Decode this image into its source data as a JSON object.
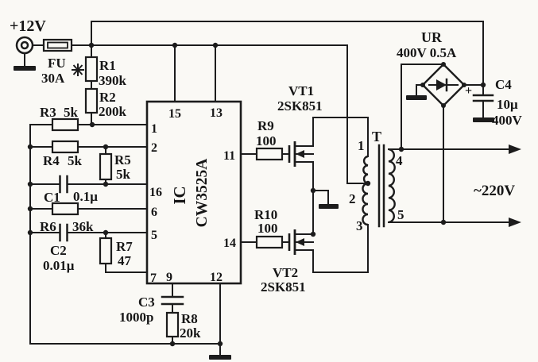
{
  "schematic": {
    "supply": "+12V",
    "output": "~220V",
    "fuse": {
      "ref": "FU",
      "value": "30A",
      "mark": "✳"
    },
    "resistors": {
      "r1": {
        "ref": "R1",
        "value": "390k"
      },
      "r2": {
        "ref": "R2",
        "value": "200k"
      },
      "r3": {
        "ref": "R3",
        "value": "5k"
      },
      "r4": {
        "ref": "R4",
        "value": "5k"
      },
      "r5": {
        "ref": "R5",
        "value": "5k"
      },
      "r6": {
        "ref": "R6",
        "value": "36k"
      },
      "r7": {
        "ref": "R7",
        "value": "47"
      },
      "r8": {
        "ref": "R8",
        "value": "20k"
      },
      "r9": {
        "ref": "R9",
        "value": "100"
      },
      "r10": {
        "ref": "R10",
        "value": "100"
      }
    },
    "capacitors": {
      "c1": {
        "ref": "C1",
        "value": "0.1μ"
      },
      "c2": {
        "ref": "C2",
        "value": "0.01μ"
      },
      "c3": {
        "ref": "C3",
        "value": "1000p"
      },
      "c4": {
        "ref": "C4",
        "value": "10μ",
        "rating": "400V",
        "polarity": "+"
      }
    },
    "transistors": {
      "vt1": {
        "ref": "VT1",
        "part": "2SK851"
      },
      "vt2": {
        "ref": "VT2",
        "part": "2SK851"
      }
    },
    "rectifier": {
      "ref": "UR",
      "rating": "400V 0.5A"
    },
    "ic": {
      "label": "IC",
      "part": "CW3525A",
      "pins": {
        "p1": "1",
        "p2": "2",
        "p5": "5",
        "p6": "6",
        "p7": "7",
        "p9": "9",
        "p11": "11",
        "p12": "12",
        "p13": "13",
        "p14": "14",
        "p15": "15",
        "p16": "16"
      }
    },
    "transformer": {
      "ref": "T",
      "taps": {
        "t1": "1",
        "t2": "2",
        "t3": "3",
        "t4": "4",
        "t5": "5"
      }
    },
    "colors": {
      "ink": "#1c1c1c",
      "paper": "#faf9f5"
    }
  }
}
